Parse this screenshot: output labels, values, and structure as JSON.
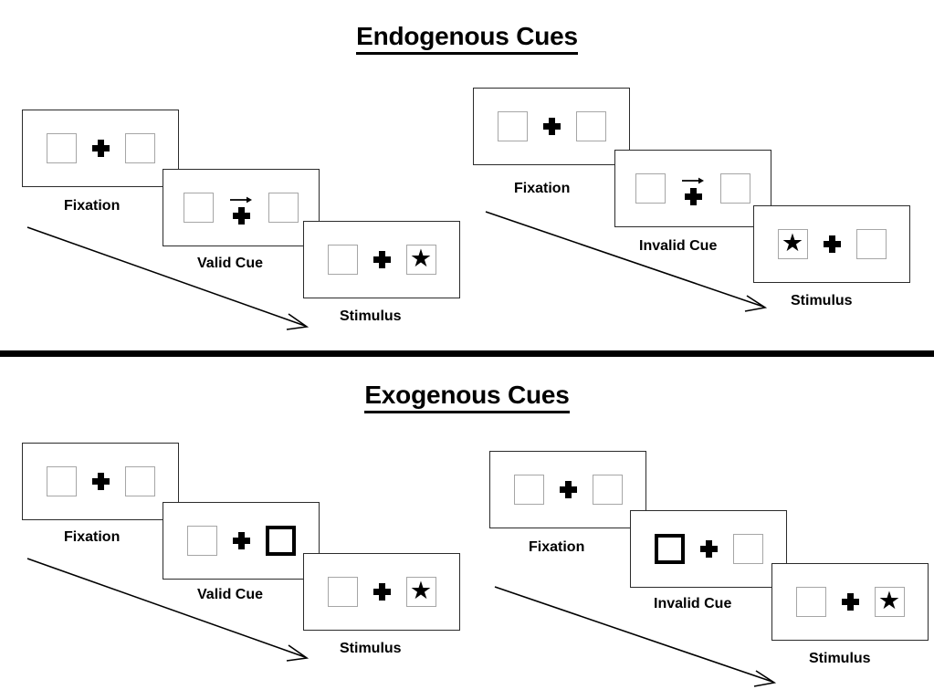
{
  "sections": [
    {
      "id": "endogenous",
      "title": "Endogenous Cues",
      "sequences": [
        {
          "id": "endogenous-valid",
          "frames": [
            {
              "caption": "Fixation",
              "cue_type": "none",
              "left_box": "empty",
              "right_box": "empty",
              "cued_side": "none"
            },
            {
              "caption": "Valid Cue",
              "cue_type": "arrow-right",
              "left_box": "empty",
              "right_box": "empty",
              "cued_side": "none"
            },
            {
              "caption": "Stimulus",
              "cue_type": "none",
              "left_box": "empty",
              "right_box": "star",
              "cued_side": "none"
            }
          ]
        },
        {
          "id": "endogenous-invalid",
          "frames": [
            {
              "caption": "Fixation",
              "cue_type": "none",
              "left_box": "empty",
              "right_box": "empty",
              "cued_side": "none"
            },
            {
              "caption": "Invalid Cue",
              "cue_type": "arrow-right",
              "left_box": "empty",
              "right_box": "empty",
              "cued_side": "none"
            },
            {
              "caption": "Stimulus",
              "cue_type": "none",
              "left_box": "star",
              "right_box": "empty",
              "cued_side": "none"
            }
          ]
        }
      ]
    },
    {
      "id": "exogenous",
      "title": "Exogenous Cues",
      "sequences": [
        {
          "id": "exogenous-valid",
          "frames": [
            {
              "caption": "Fixation",
              "cue_type": "none",
              "left_box": "empty",
              "right_box": "empty",
              "cued_side": "none"
            },
            {
              "caption": "Valid Cue",
              "cue_type": "none",
              "left_box": "empty",
              "right_box": "empty",
              "cued_side": "right"
            },
            {
              "caption": "Stimulus",
              "cue_type": "none",
              "left_box": "empty",
              "right_box": "star",
              "cued_side": "none"
            }
          ]
        },
        {
          "id": "exogenous-invalid",
          "frames": [
            {
              "caption": "Fixation",
              "cue_type": "none",
              "left_box": "empty",
              "right_box": "empty",
              "cued_side": "none"
            },
            {
              "caption": "Invalid Cue",
              "cue_type": "none",
              "left_box": "empty",
              "right_box": "empty",
              "cued_side": "left"
            },
            {
              "caption": "Stimulus",
              "cue_type": "none",
              "left_box": "empty",
              "right_box": "star",
              "cued_side": "none"
            }
          ]
        }
      ]
    }
  ],
  "glyphs": {
    "star": "★",
    "fixation_cross": "plus-icon",
    "cue_arrow": "arrow-right-icon",
    "flow_arrow": "diagonal-arrow-icon"
  },
  "colors": {
    "ink": "#000000",
    "frame_border": "#2b2b2b",
    "box_border": "#a6a6a6",
    "cued_box_border": "#000000",
    "divider": "#000000",
    "background": "#ffffff"
  }
}
